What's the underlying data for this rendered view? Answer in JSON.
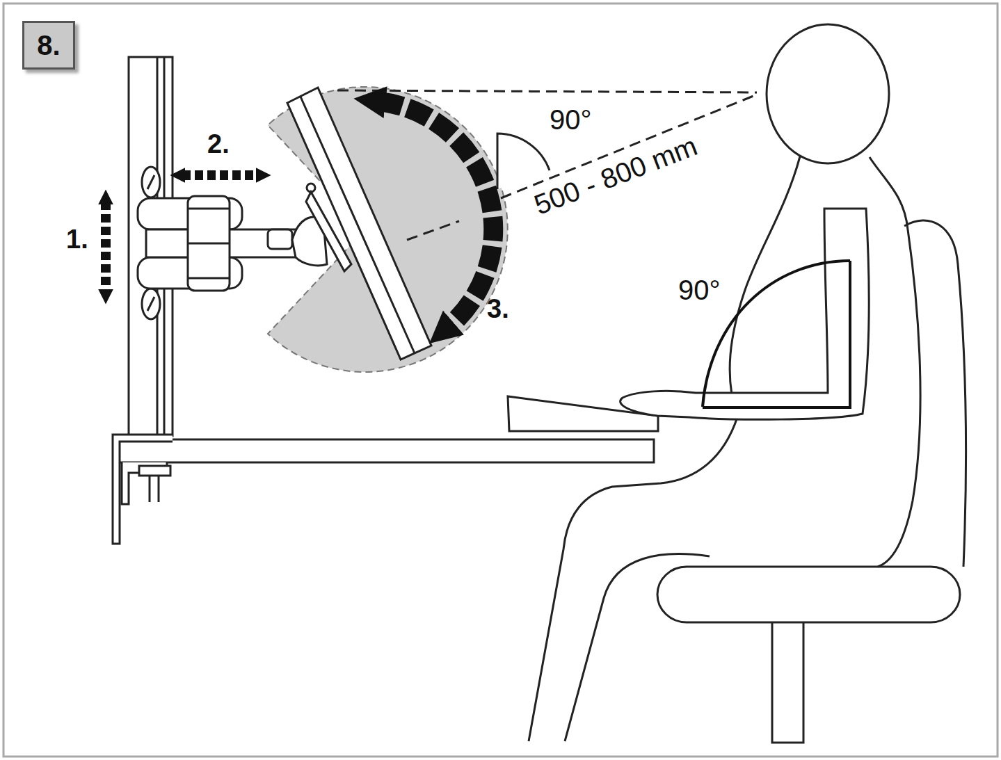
{
  "diagram": {
    "nodes": [
      {
        "text": [
          "8."
        ]
      }
    ],
    "labels": [
      "1.",
      "2.",
      "90°",
      "500 - 800 mm",
      "3.",
      "90°"
    ]
  }
}
